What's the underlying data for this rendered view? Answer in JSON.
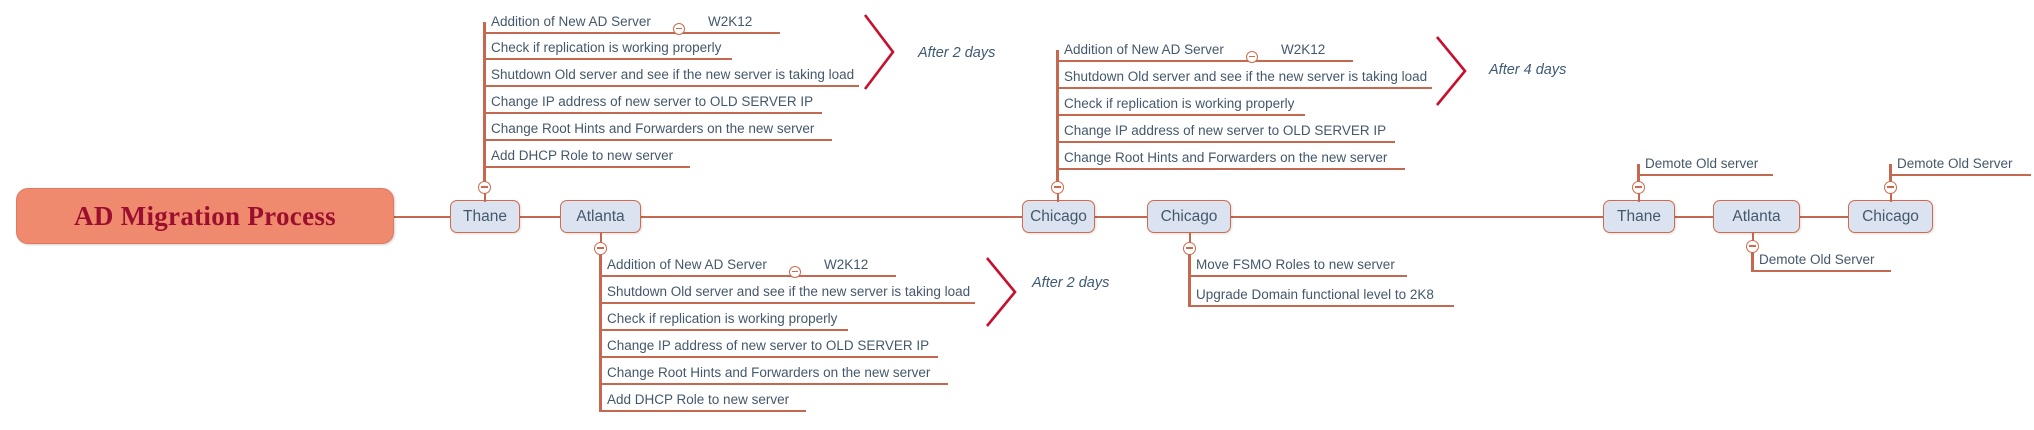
{
  "diagram": {
    "title": "AD Migration Process",
    "type": "mind-map",
    "colors": {
      "root_fill": "#ef8a6e",
      "root_text": "#9b0f2e",
      "node_fill": "#dbe3f1",
      "node_border": "#d2694b",
      "node_text": "#44586b",
      "connector": "#c4694f",
      "bracket": "#c8102e",
      "annotation_text": "#3e5a75"
    }
  },
  "root": {
    "label": "AD Migration Process"
  },
  "nodes": {
    "thane_1": "Thane",
    "atlanta_1": "Atlanta",
    "chicago_1": "Chicago",
    "chicago_2": "Chicago",
    "thane_2": "Thane",
    "atlanta_2": "Atlanta",
    "chicago_3": "Chicago"
  },
  "branches": {
    "thane_1_tasks": {
      "parent": "Thane",
      "position": "above",
      "items": [
        {
          "label": "Addition of New AD Server",
          "collapse_icon": "collapse-minus-icon",
          "child": "W2K12"
        },
        {
          "label": "Check if replication is working properly"
        },
        {
          "label": "Shutdown Old server and see if the new server is taking load"
        },
        {
          "label": "Change IP address of new server to OLD SERVER IP"
        },
        {
          "label": "Change Root Hints and Forwarders on the new server"
        },
        {
          "label": "Add DHCP Role to new server"
        }
      ]
    },
    "atlanta_1_tasks": {
      "parent": "Atlanta",
      "position": "below",
      "items": [
        {
          "label": "Addition of New AD Server",
          "collapse_icon": "collapse-minus-icon",
          "child": "W2K12"
        },
        {
          "label": "Shutdown Old server and see if the new server is taking load"
        },
        {
          "label": "Check if replication is working properly"
        },
        {
          "label": "Change IP address of new server to OLD SERVER IP"
        },
        {
          "label": "Change Root Hints and Forwarders on the new server"
        },
        {
          "label": "Add DHCP Role to new server"
        }
      ]
    },
    "chicago_1_tasks": {
      "parent": "Chicago",
      "position": "above",
      "items": [
        {
          "label": "Addition of New AD Server",
          "collapse_icon": "collapse-minus-icon",
          "child": "W2K12"
        },
        {
          "label": "Shutdown Old server and see if the new server is taking load"
        },
        {
          "label": "Check if replication is working properly"
        },
        {
          "label": "Change IP address of new server to OLD SERVER IP"
        },
        {
          "label": "Change Root Hints and Forwarders on the new server"
        }
      ]
    },
    "chicago_2_tasks": {
      "parent": "Chicago",
      "position": "below",
      "items": [
        {
          "label": "Move FSMO Roles to new server"
        },
        {
          "label": "Upgrade Domain functional level to 2K8"
        }
      ]
    },
    "thane_2_tasks": {
      "parent": "Thane",
      "position": "above",
      "items": [
        {
          "label": "Demote Old server"
        }
      ]
    },
    "atlanta_2_tasks": {
      "parent": "Atlanta",
      "position": "below",
      "items": [
        {
          "label": "Demote Old Server"
        }
      ]
    },
    "chicago_3_tasks": {
      "parent": "Chicago",
      "position": "above",
      "items": [
        {
          "label": "Demote Old Server"
        }
      ]
    }
  },
  "annotations": [
    {
      "label": "After 2 days",
      "marker": "chevron-right-bracket"
    },
    {
      "label": "After 4 days",
      "marker": "chevron-right-bracket"
    },
    {
      "label": "After 2 days",
      "marker": "chevron-right-bracket"
    }
  ]
}
